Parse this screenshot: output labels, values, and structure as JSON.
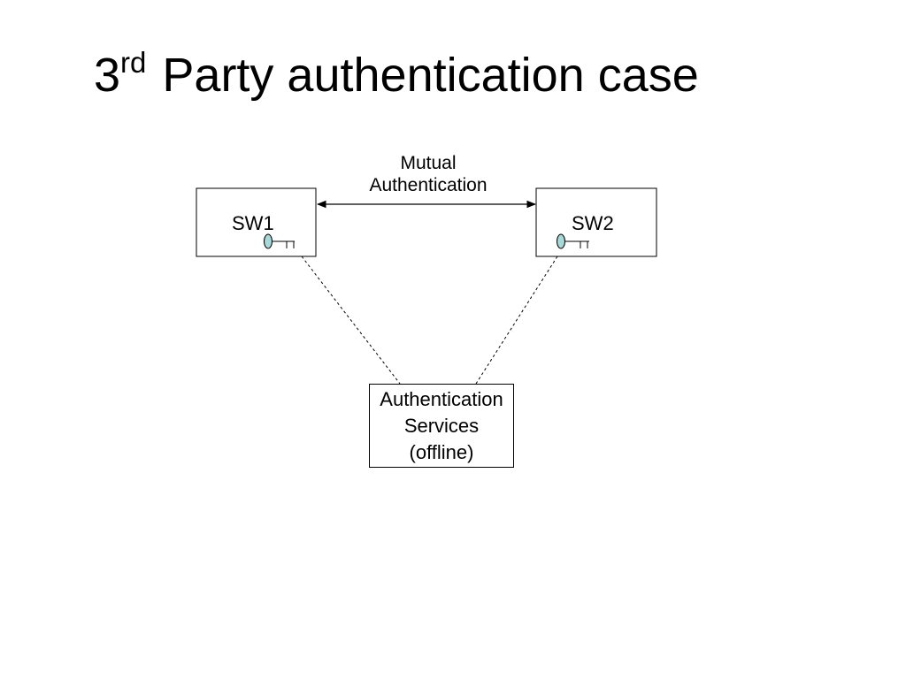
{
  "slide": {
    "title_number": "3",
    "title_superscript": "rd",
    "title_rest": " Party authentication case"
  },
  "diagram": {
    "link_label_line1": "Mutual",
    "link_label_line2": "Authentication",
    "sw1_label": "SW1",
    "sw2_label": "SW2",
    "auth_line1": "Authentication",
    "auth_line2": "Services",
    "auth_line3": "(offline)"
  },
  "colors": {
    "key_fill": "#a8d8d8",
    "line": "#000000"
  }
}
